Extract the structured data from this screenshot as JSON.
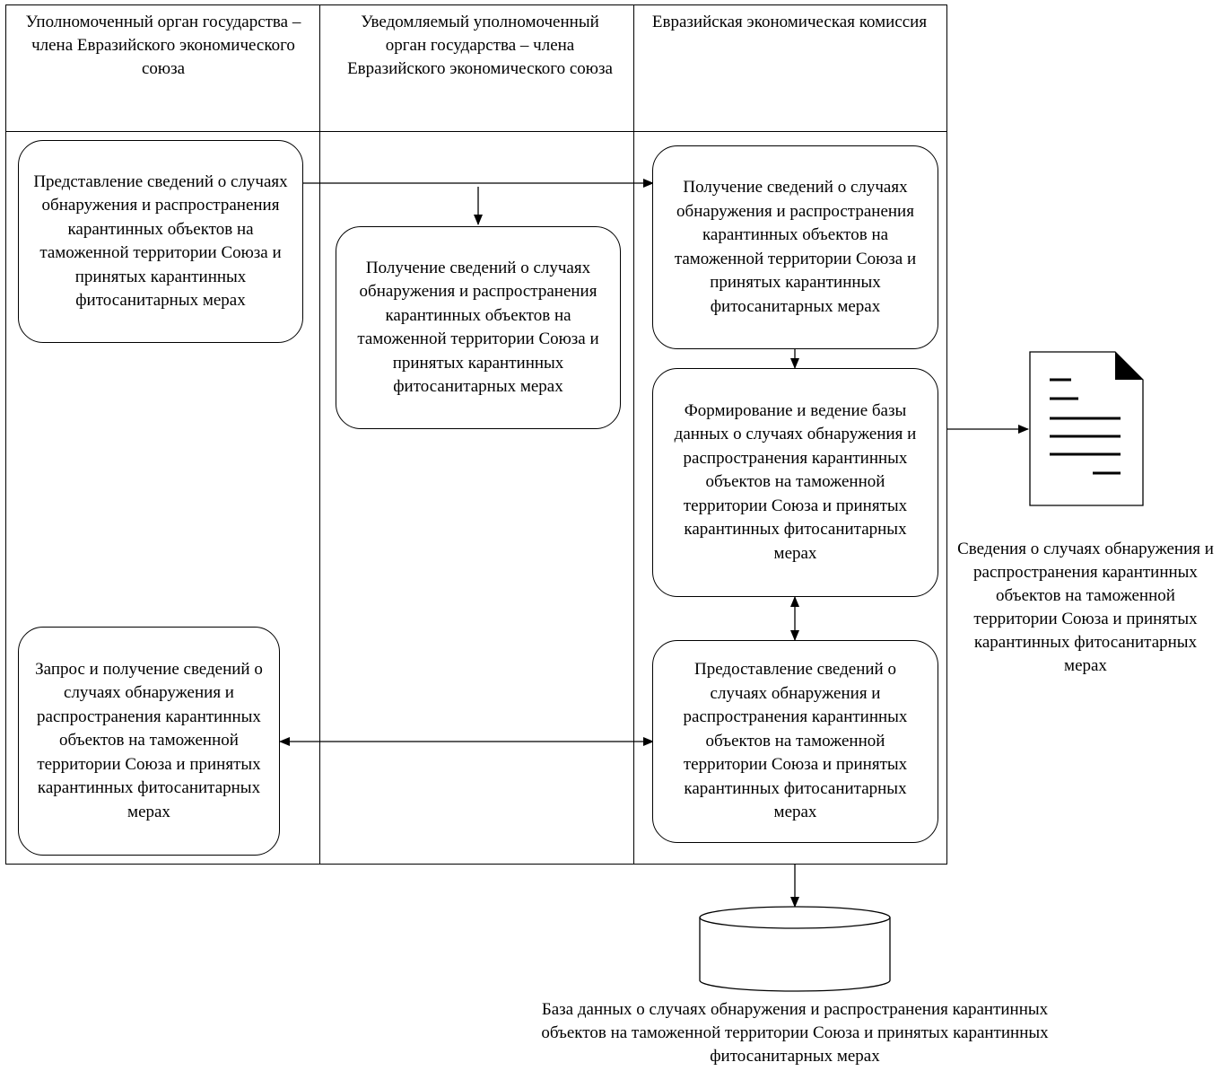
{
  "lanes": [
    {
      "header": "Уполномоченный орган государства – члена Евразийского экономического союза"
    },
    {
      "header": "Уведомляемый уполномоченный орган государства – члена Евразийского экономического союза"
    },
    {
      "header": "Евразийская экономическая комиссия"
    }
  ],
  "steps": {
    "submit": "Представление сведений о случаях обнаружения и распространения карантинных объектов на таможенной территории Союза и принятых карантинных фитосанитарных мерах",
    "receive_notified": "Получение сведений о случаях обнаружения и распространения карантинных объектов на таможенной территории Союза и принятых карантинных фитосанитарных мерах",
    "receive_commission": "Получение сведений о случаях обнаружения и распространения карантинных объектов на таможенной территории Союза и принятых карантинных фитосанитарных мерах",
    "form_database": "Формирование и ведение базы данных о случаях обнаружения и распространения карантинных объектов на таможенной территории Союза и принятых карантинных фитосанитарных мерах",
    "request": "Запрос и получение сведений о случаях обнаружения и распространения карантинных объектов на таможенной территории Союза и принятых карантинных фитосанитарных мерах",
    "provide": "Предоставление сведений о случаях обнаружения и распространения карантинных объектов на таможенной территории Союза и принятых карантинных фитосанитарных мерах"
  },
  "document_caption": "Сведения о случаях обнаружения и распространения карантинных объектов на таможенной территории Союза и принятых карантинных фитосанитарных мерах",
  "database_caption": "База данных о случаях обнаружения и распространения карантинных объектов на таможенной территории Союза и принятых карантинных фитосанитарных мерах",
  "icons": [
    "document-icon",
    "database-icon"
  ]
}
